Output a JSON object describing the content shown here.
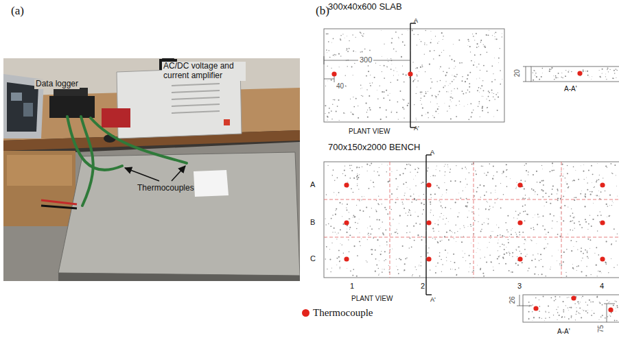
{
  "diagram": {
    "labels": [
      "(a)",
      "(b)",
      "Data logger",
      "AC/DC voltage and current amplifier",
      "Thermocouples",
      "300x40x600 SLAB",
      "A",
      "300",
      "40",
      "A'",
      "20",
      "PLANT VIEW",
      "A-A'",
      "700x150x2000 BENCH",
      "A",
      "A",
      "B",
      "C",
      "1",
      "2",
      "3",
      "4",
      "PLANT VIEW",
      "A'",
      "26",
      "75",
      "A-A'"
    ],
    "legend": [
      {
        "text": "Thermocouple",
        "color": "#e3241c"
      }
    ]
  }
}
